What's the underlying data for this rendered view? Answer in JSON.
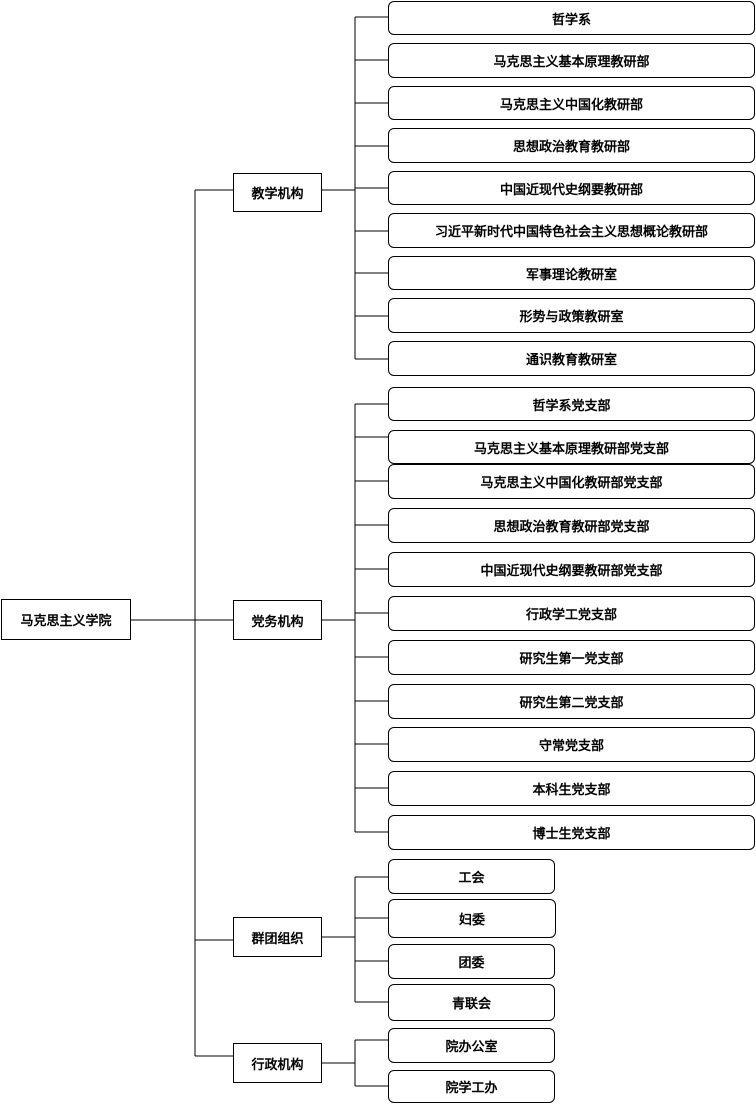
{
  "root": {
    "label": "马克思主义学院"
  },
  "branches": [
    {
      "id": "teaching",
      "label": "教学机构",
      "children": [
        "哲学系",
        "马克思主义基本原理教研部",
        "马克思主义中国化教研部",
        "思想政治教育教研部",
        "中国近现代史纲要教研部",
        "习近平新时代中国特色社会主义思想概论教研部",
        "军事理论教研室",
        "形势与政策教研室",
        "通识教育教研室"
      ]
    },
    {
      "id": "party",
      "label": "党务机构",
      "children": [
        "哲学系党支部",
        "马克思主义基本原理教研部党支部",
        "马克思主义中国化教研部党支部",
        "思想政治教育教研部党支部",
        "中国近现代史纲要教研部党支部",
        "行政学工党支部",
        "研究生第一党支部",
        "研究生第二党支部",
        "守常党支部",
        "本科生党支部",
        "博士生党支部"
      ]
    },
    {
      "id": "mass",
      "label": "群团组织",
      "children": [
        "工会",
        "妇委",
        "团委",
        "青联会"
      ]
    },
    {
      "id": "admin",
      "label": "行政机构",
      "children": [
        "院办公室",
        "院学工办"
      ]
    }
  ]
}
